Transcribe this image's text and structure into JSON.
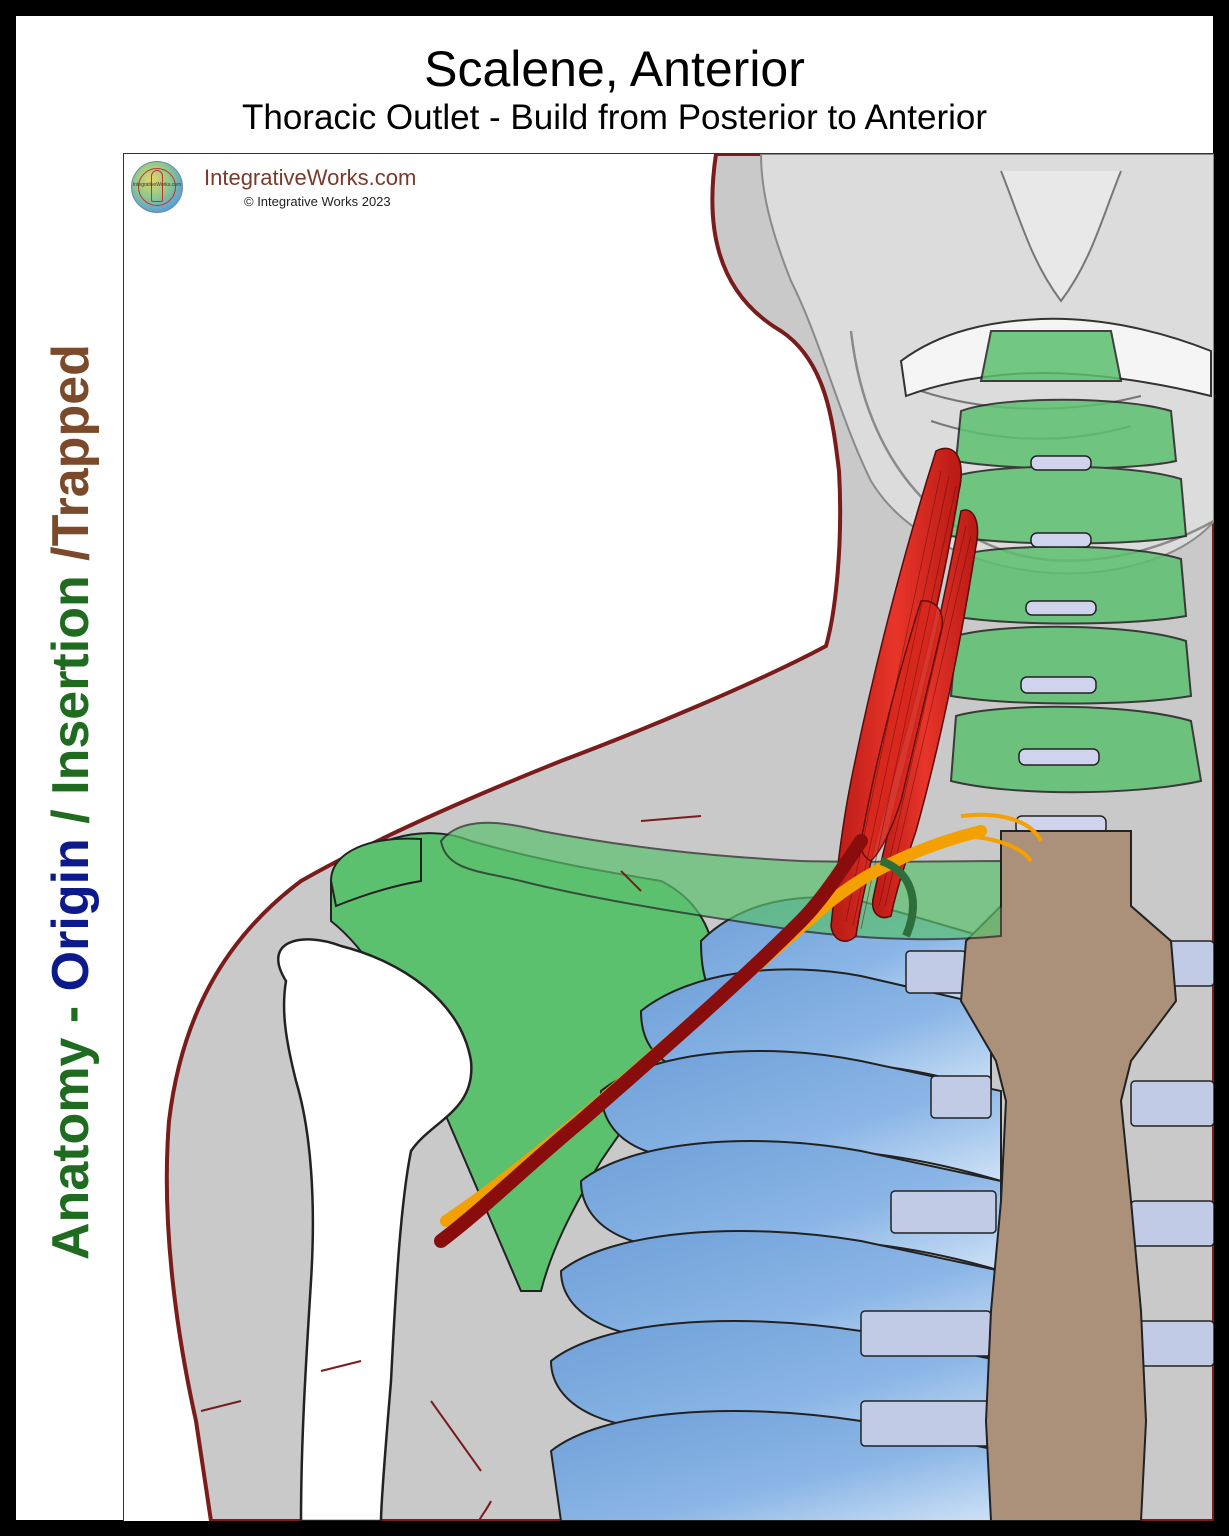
{
  "header": {
    "title": "Scalene, Anterior",
    "subtitle": "Thoracic Outlet - Build from Posterior to Anterior"
  },
  "side_label": {
    "part1": "Anatomy - ",
    "part2": "Origin",
    "part3": " / ",
    "part4": "Insertion",
    "part5": " /",
    "part6": "Trapped"
  },
  "branding": {
    "site": "IntegrativeWorks.com",
    "copyright": "© Integrative Works 2023",
    "logo_text": "IntegrativeWorks.com"
  },
  "colors": {
    "border": "#000000",
    "skin": "#c9c9c9",
    "skin_outline": "#7a1c1c",
    "origin_bone": "#5cc16f",
    "muscle": "#d8281e",
    "ribs": "#7aa7dc",
    "sternum": "#ab907a",
    "nerve": "#f3a000",
    "artery": "#8a0d0d",
    "label_green": "#1f6b1f",
    "label_blue": "#0c1a8c",
    "label_brown": "#7a4a2a"
  }
}
